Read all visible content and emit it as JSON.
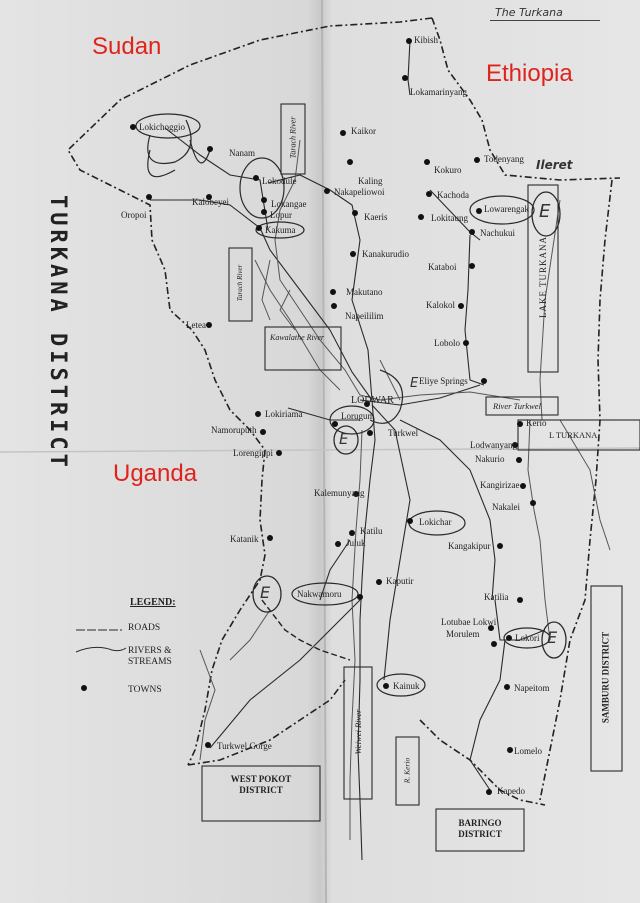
{
  "header": {
    "note": "The Turkana",
    "vertical_title": "TURKANA DISTRICT"
  },
  "countries": {
    "sudan": "Sudan",
    "ethiopia": "Ethiopia",
    "uganda": "Uganda"
  },
  "handwritten": {
    "ileret": "Ileret",
    "e_marks": [
      "E",
      "E",
      "E",
      "E",
      "E"
    ]
  },
  "towns": {
    "kibish": "Kibish",
    "lokamarinyang": "Lokamarinyang",
    "kaikor": "Kaikor",
    "lokichoggio": "Lokichoggio",
    "nanam": "Nanam",
    "lokodule": "Lokodule",
    "kokuro": "Kokuro",
    "todenyang": "Todenyang",
    "kaling": "Kaling",
    "nakapeliowoi": "Nakapeliowoi",
    "kachoda": "Kachoda",
    "lokangae": "Lokangae",
    "oropoi": "Oropoi",
    "kalobeyei": "Kalobeyei",
    "lopur": "Lopur",
    "kaeris": "Kaeris",
    "lokitaung": "Lokitaung",
    "lowarengak": "Lowarengak",
    "kakuma": "Kakuma",
    "nachukui": "Nachukui",
    "kanakurudio": "Kanakurudio",
    "kataboi": "Kataboi",
    "makutano": "Makutano",
    "napeililim": "Napeililim",
    "kalokol": "Kalokol",
    "letea": "Letea",
    "lobolo": "Lobolo",
    "eliye_springs": "Eliye Springs",
    "lodwar": "LODWAR",
    "lokiriama": "Lokiriama",
    "lorugum": "Lorugum",
    "namoruputh": "Namoruputh",
    "turkwel": "Turkwel",
    "kerio": "Kerio",
    "lorengippi": "Lorengippi",
    "lodwanyang": "Lodwanyang",
    "nakurio": "Nakurio",
    "kalemunyang": "Kalemunyang",
    "kangirizae": "Kangirizae",
    "nakalei": "Nakalei",
    "katilu": "Katilu",
    "lokichar": "Lokichar",
    "katanik": "Katanik",
    "juluk": "Juluk",
    "kangakipur": "Kangakipur",
    "kaputir": "Kaputir",
    "nakwamoru": "Nakwamoru",
    "katilia": "Katilia",
    "lotubae_lokwi": "Lotubae Lokwi",
    "morulem": "Morulem",
    "lokori": "Lokori",
    "kainuk": "Kainuk",
    "napeitom": "Napeitom",
    "turkwel_gorge": "Turkwel Gorge",
    "lomelo": "Lomelo",
    "kapedo": "Kapedo"
  },
  "water": {
    "tarach_river_1": "Tarach River",
    "tarach_river_2": "Tarach River",
    "kawalathe_river": "Kawalathe River",
    "lake_turkana": "LAKE TURKANA",
    "river_turkwel": "River Turkwel",
    "l_turkana": "L TURKANA",
    "weiwei_river": "Weiwei River",
    "r_kerio": "R. Kerio"
  },
  "districts": {
    "west_pokot": "WEST POKOT DISTRICT",
    "baringo": "BARINGO DISTRICT",
    "samburu": "SAMBURU DISTRICT"
  },
  "legend": {
    "title": "LEGEND:",
    "roads": "ROADS",
    "rivers": "RIVERS & STREAMS",
    "towns": "TOWNS"
  }
}
